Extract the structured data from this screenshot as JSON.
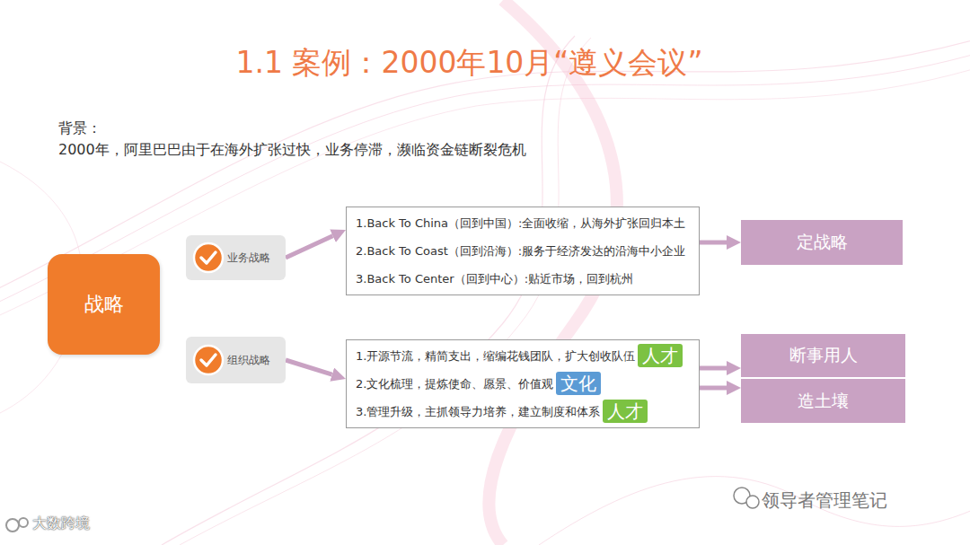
{
  "diagram": {
    "title": "1.1 案例：2000年10月“遵义会议”",
    "nodes": [
      {
        "text": [
          "战略"
        ]
      },
      {
        "text": [
          "业务战略"
        ]
      },
      {
        "text": [
          "组织战略"
        ]
      },
      {
        "text": [
          "1.Back To China（回到中国）:全面收缩，从海外扩张回归本土",
          "2.Back To Coast（回到沿海）:服务于经济发达的沿海中小企业",
          "3.Back To Center（回到中心）:贴近市场，回到杭州"
        ]
      },
      {
        "text": [
          "1.开源节流，精简支出，缩编花钱团队，扩大创收队伍",
          "2.文化梳理，提炼使命、愿景、价值观",
          "3.管理升级，主抓领导力培养，建立制度和体系"
        ]
      },
      {
        "text": [
          "人才"
        ],
        "in": 4
      },
      {
        "text": [
          "文化"
        ],
        "in": 4
      },
      {
        "text": [
          "人才"
        ],
        "in": 4
      },
      {
        "text": [
          "定战略"
        ]
      },
      {
        "text": [
          "断事用人"
        ]
      },
      {
        "text": [
          "造土壤"
        ]
      }
    ],
    "edges": [
      {
        "from": 1,
        "to": 3,
        "arrow": "to"
      },
      {
        "from": 2,
        "to": 4,
        "arrow": "to"
      },
      {
        "from": 3,
        "to": 8,
        "arrow": "to"
      },
      {
        "from": 4,
        "to": 9,
        "arrow": "to"
      },
      {
        "from": 4,
        "to": 10,
        "arrow": "to"
      }
    ],
    "labels": [
      "背景：",
      "2000年，阿里巴巴由于在海外扩张过快，业务停滞，濒临资金链断裂危机",
      "领导者管理笔记",
      "大数跨境"
    ]
  }
}
